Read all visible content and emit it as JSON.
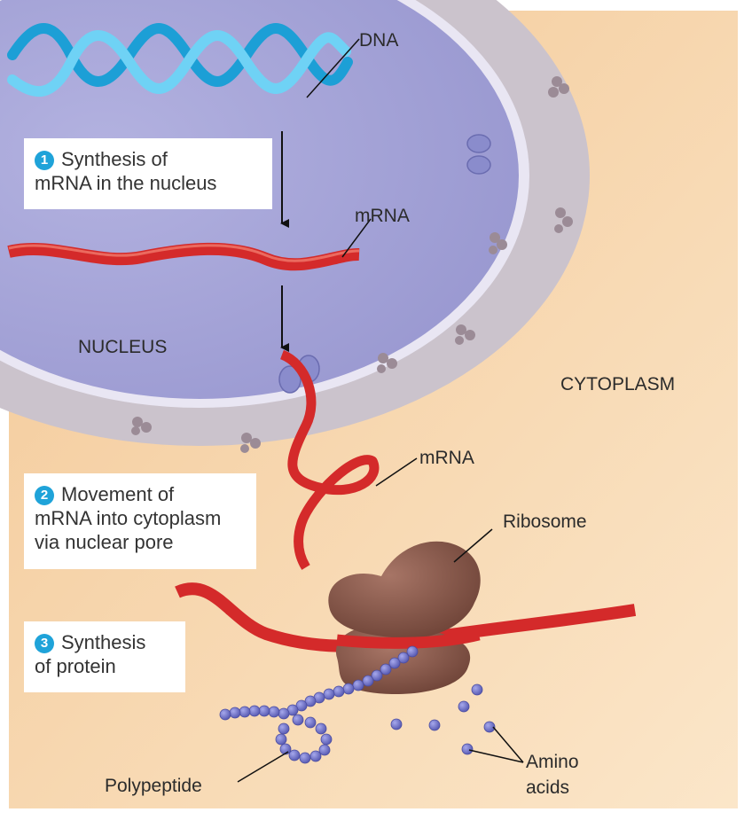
{
  "labels": {
    "dna": "DNA",
    "mrna_nucleus": "mRNA",
    "nucleus": "NUCLEUS",
    "cytoplasm": "CYTOPLASM",
    "mrna_cytoplasm": "mRNA",
    "ribosome": "Ribosome",
    "polypeptide": "Polypeptide",
    "amino_line1": "Amino",
    "amino_line2": "acids"
  },
  "steps": [
    {
      "number": "1",
      "lines": [
        "Synthesis of",
        "mRNA in the nucleus"
      ]
    },
    {
      "number": "2",
      "lines": [
        "Movement of",
        "mRNA into cytoplasm",
        "via nuclear pore"
      ]
    },
    {
      "number": "3",
      "lines": [
        "Synthesis",
        "of protein"
      ]
    }
  ],
  "colors": {
    "cytoplasm": "#f6d5a8",
    "nucleus": "#a7a6d8",
    "dna": "#29b2e6",
    "mrna": "#d42a2a",
    "ribosome": "#8a5a4e",
    "amino_acid": "#6d6fc4",
    "step_badge": "#1fa3d9"
  }
}
